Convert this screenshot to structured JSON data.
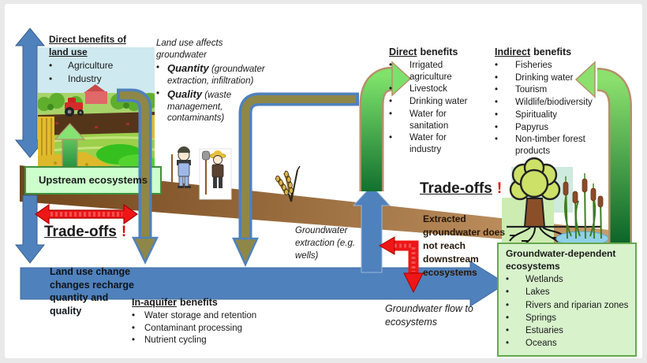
{
  "colors": {
    "arrow_blue": "#4f81bd",
    "pipe_olive": "#8e8747",
    "arrow_green_light": "#84e06c",
    "arrow_green_dark": "#0c6b2c",
    "arrow_red": "#ee1616",
    "aquifer_brown_dark": "#6f441a",
    "aquifer_brown_light": "#cb9c6a",
    "upstream_box_fill": "#ccffcc",
    "upstream_box_border": "#3f8f3f",
    "gde_box_fill": "#d8f2cc",
    "gde_box_border": "#66a84e"
  },
  "land_use_benefits": {
    "heading": "Direct benefits of land use",
    "items": [
      "Agriculture",
      "Industry"
    ]
  },
  "land_use_affects": {
    "intro": "Land use affects groundwater",
    "items": [
      {
        "term": "Quantity",
        "detail": "(groundwater extraction, infiltration)"
      },
      {
        "term": "Quality",
        "detail": "(waste management, contaminants)"
      }
    ]
  },
  "upstream_box": {
    "label": "Upstream ecosystems"
  },
  "tradeoffs_left": {
    "label": "Trade-offs",
    "mark": "!"
  },
  "tradeoffs_right": {
    "label": "Trade-offs",
    "mark": "!"
  },
  "recharge_bar": {
    "text": "Land use change changes recharge quantity and quality"
  },
  "in_aquifer": {
    "heading_underlined": "In-aquifer",
    "heading_rest": "benefits",
    "items": [
      "Water storage and retention",
      "Contaminant processing",
      "Nutrient cycling"
    ]
  },
  "groundwater_extraction": {
    "label": "Groundwater extraction (e.g. wells)"
  },
  "direct_benefits": {
    "heading_underlined": "Direct",
    "heading_rest": "benefits",
    "items": [
      "Irrigated agriculture",
      "Livestock",
      "Drinking water",
      "Water for sanitation",
      "Water for industry"
    ]
  },
  "indirect_benefits": {
    "heading_underlined": "Indirect",
    "heading_rest": "benefits",
    "items": [
      "Fisheries",
      "Drinking water",
      "Tourism",
      "Wildlife/biodiversity",
      "Spirituality",
      "Papyrus",
      "Non-timber forest products"
    ]
  },
  "extracted_note": {
    "text": "Extracted groundwater does not reach downstream ecosystems"
  },
  "groundwater_flow": {
    "label": "Groundwater flow to ecosystems"
  },
  "gde_box": {
    "heading": "Groundwater-dependent ecosystems",
    "items": [
      "Wetlands",
      "Lakes",
      "Rivers and riparian zones",
      "Springs",
      "Estuaries",
      "Oceans"
    ]
  }
}
